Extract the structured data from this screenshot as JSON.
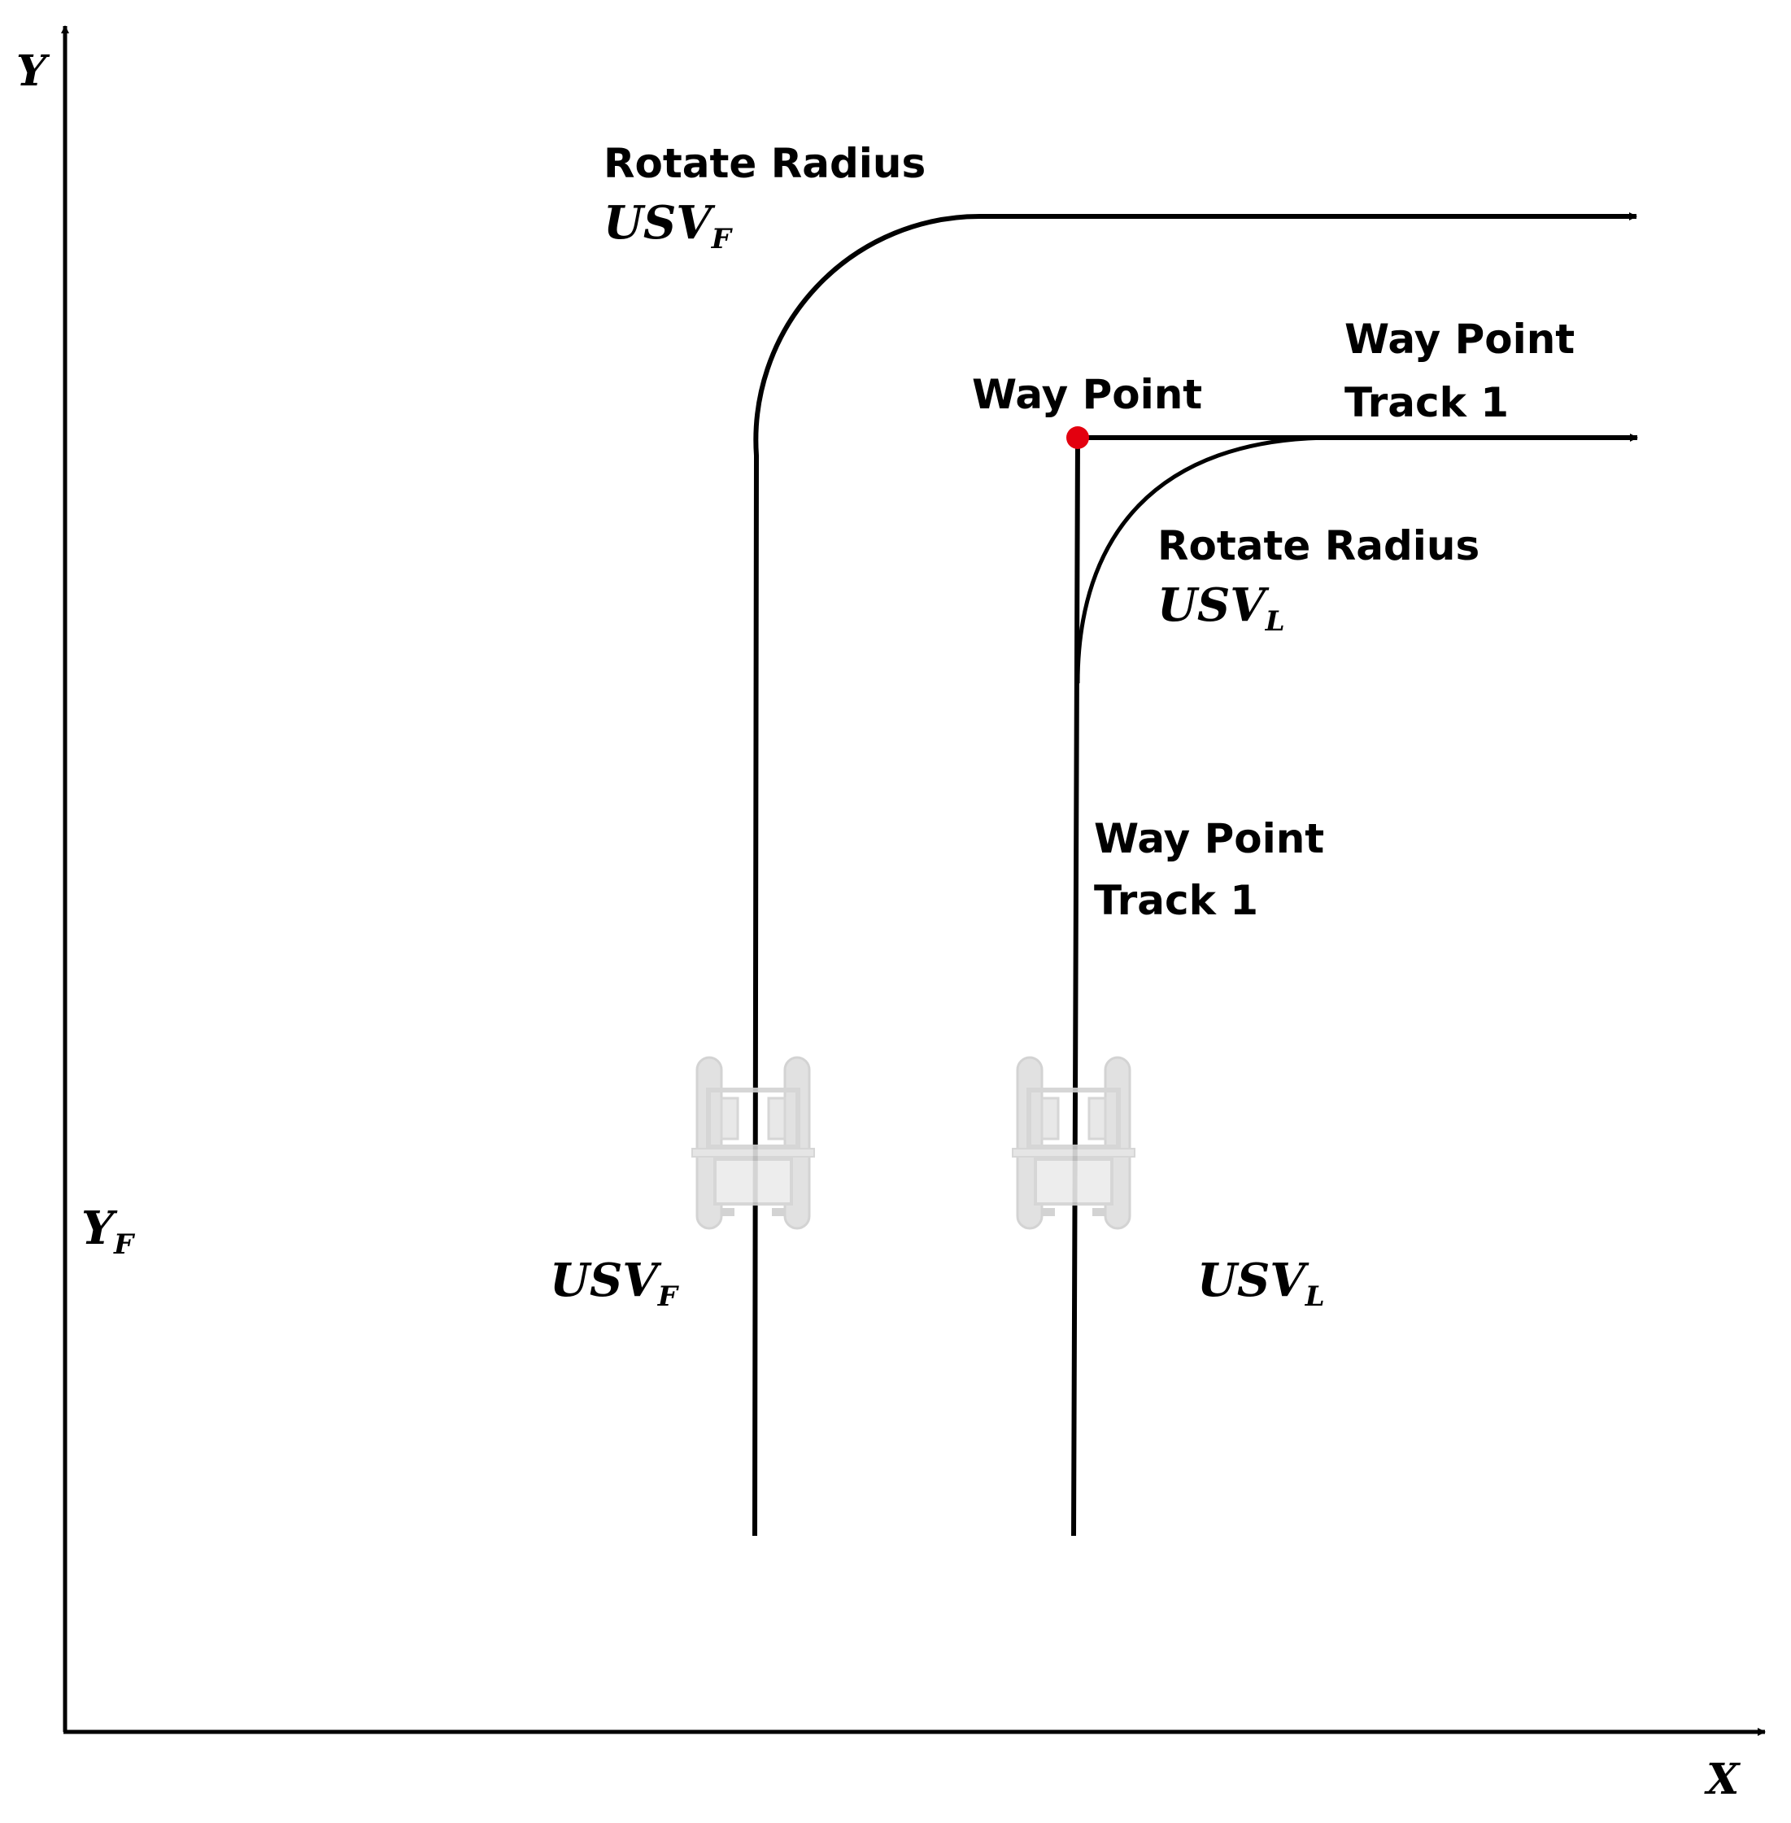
{
  "axes": {
    "x_label": "X",
    "y_label": "Y",
    "y_follower_label": "Y",
    "y_follower_subscript": "F"
  },
  "labels": {
    "rotate_radius_follower_title": "Rotate Radius",
    "rotate_radius_follower_usv": "USV",
    "rotate_radius_follower_sub": "F",
    "rotate_radius_leader_title": "Rotate Radius",
    "rotate_radius_leader_usv": "USV",
    "rotate_radius_leader_sub": "L",
    "way_point": "Way Point",
    "way_point_track_top_line1": "Way Point",
    "way_point_track_top_line2": "Track 1",
    "way_point_track_mid_line1": "Way Point",
    "way_point_track_mid_line2": "Track 1",
    "usv_follower": "USV",
    "usv_follower_sub": "F",
    "usv_leader": "USV",
    "usv_leader_sub": "L"
  },
  "icons": {
    "follower_vessel": "usv-catamaran-icon",
    "leader_vessel": "usv-catamaran-icon",
    "way_point_marker": "red-dot"
  },
  "colors": {
    "line": "#000000",
    "way_point": "#e3000f",
    "vessel": "#d9d9d9"
  }
}
